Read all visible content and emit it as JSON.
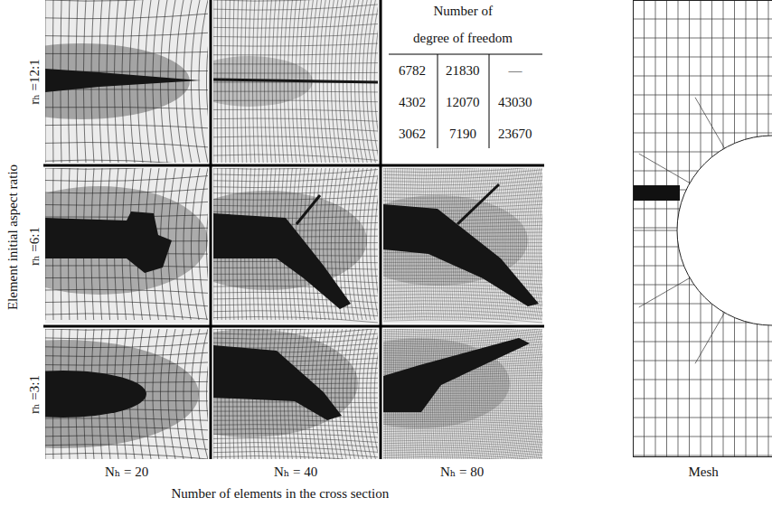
{
  "diagram": {
    "labels": [
      "Number of",
      "degree of freedom",
      "6782",
      "21830",
      "—",
      "4302",
      "12070",
      "43030",
      "3062",
      "7190",
      "23670",
      "Element initial aspect ratio",
      "rₕ =12:1",
      "rₕ =6:1",
      "rₕ =3:1",
      "Nₕ = 20",
      "Nₕ = 40",
      "Nₕ = 80",
      "Number of elements in the cross section",
      "Mesh"
    ]
  }
}
